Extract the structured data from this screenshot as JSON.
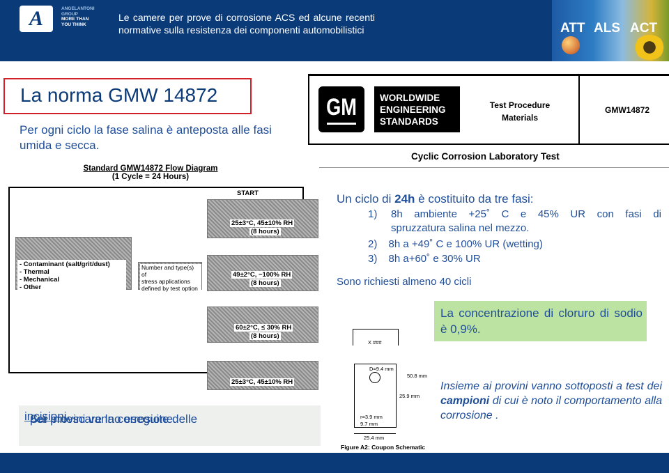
{
  "header": {
    "logo_company_lines": [
      "ANGELANTONI",
      "GROUP",
      "MORE THAN",
      "YOU THINK"
    ],
    "title": "Le camere per prove di corrosione ACS ed alcune recenti normative sulla resistenza dei componenti automobilistici",
    "brands": [
      "ATT",
      "ALS",
      "ACT"
    ],
    "colors": {
      "bar": "#0b3a78",
      "text_blue": "#1f4e9a",
      "title_border": "#d12027",
      "green_box": "#bde3a3"
    }
  },
  "slide": {
    "title": "La norma GMW 14872",
    "intro": "Per ogni ciclo la fase salina è anteposta alle fasi umida e secca."
  },
  "gm_doc": {
    "logo": "GM",
    "wes_lines": [
      "WORLDWIDE",
      "ENGINEERING",
      "STANDARDS"
    ],
    "test_procedure": "Test Procedure",
    "materials": "Materials",
    "number": "GMW14872",
    "subtitle": "Cyclic Corrosion Laboratory Test"
  },
  "flow_diagram": {
    "title": "Standard GMW14872 Flow Diagram",
    "subtitle": "(1 Cycle = 24 Hours)",
    "start": "START",
    "step1_a": "25±3°C, 45±10% RH",
    "step1_b": "(8 hours)",
    "step2_a": "49±2°C, ~100% RH",
    "step2_b": "(8 hours)",
    "step3_a": "60±2°C, ≤ 30% RH",
    "step3_b": "(8 hours)",
    "step4_a": "25±3°C, 45±10% RH",
    "left_list": [
      "- Contaminant (salt/grit/dust)",
      "- Thermal",
      "- Mechanical",
      "- Other"
    ],
    "stress_note": [
      "Number and type(s) of",
      "stress applications",
      "defined by test option"
    ]
  },
  "content": {
    "cycle_prefix": "Un ciclo di ",
    "cycle_bold": "24h",
    "cycle_suffix": " è costituito da tre fasi:",
    "phases": [
      {
        "n": "1)",
        "line1": "8h ambiente +25˚ C e 45% UR con fasi di",
        "line2": "spruzzatura salina nel mezzo."
      },
      {
        "n": "2)",
        "line1": "8h a +49˚ C e 100% UR (wetting)"
      },
      {
        "n": "3)",
        "line1": "8h a+60˚ e 30% UR"
      }
    ],
    "cycles_required": "Sono richiesti almeno 40 cicli",
    "concentration": "La concentrazione di cloruro di sodio è 0,9%.",
    "note_prefix": "Sui provini vanno eseguite delle ",
    "note_link": "incisioni",
    "note_suffix": " per innescare la corrosione.",
    "italic_prefix": "Insieme ai provini vanno sottoposti a test dei ",
    "italic_bold": "campioni",
    "italic_suffix": " di cui è noto il comportamento alla corrosione ."
  },
  "coupon": {
    "mark": "X ###",
    "d_label": "D=9.4 mm",
    "w1": "50.8 mm",
    "w2": "25.9 mm",
    "r": "r=3.9 mm",
    "s": "9.7 mm",
    "b": "25.4 mm",
    "caption": "Figure A2: Coupon Schematic"
  }
}
